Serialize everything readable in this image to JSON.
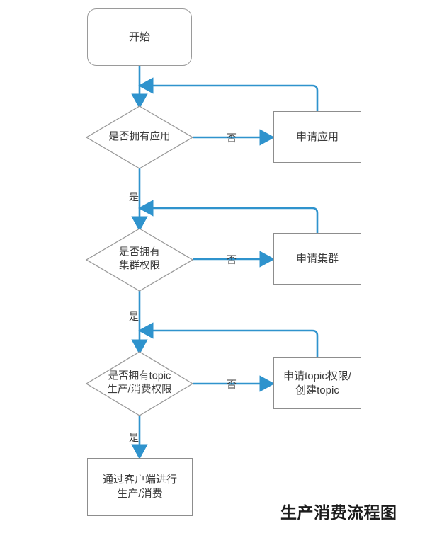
{
  "diagram": {
    "caption": "生产消费流程图",
    "accent_color": "#2f93cd",
    "node_border_color": "#8d8d8d",
    "text_color": "#3b3b3b",
    "background": "#ffffff",
    "nodes": {
      "start": {
        "label": "开始",
        "shape": "terminal"
      },
      "decision_app": {
        "label": "是否拥有应用",
        "shape": "decision"
      },
      "apply_app": {
        "label": "申请应用",
        "shape": "process"
      },
      "decision_cluster": {
        "label": "是否拥有\n集群权限",
        "shape": "decision"
      },
      "apply_cluster": {
        "label": "申请集群",
        "shape": "process"
      },
      "decision_topic": {
        "label": "是否拥有topic\n生产/消费权限",
        "shape": "decision"
      },
      "apply_topic": {
        "label": "申请topic权限/\n创建topic",
        "shape": "process"
      },
      "final": {
        "label": "通过客户端进行\n生产/消费",
        "shape": "process"
      }
    },
    "edge_labels": {
      "no_app": "否",
      "yes_app": "是",
      "no_cluster": "否",
      "yes_cluster": "是",
      "no_topic": "否",
      "yes_topic": "是"
    }
  }
}
